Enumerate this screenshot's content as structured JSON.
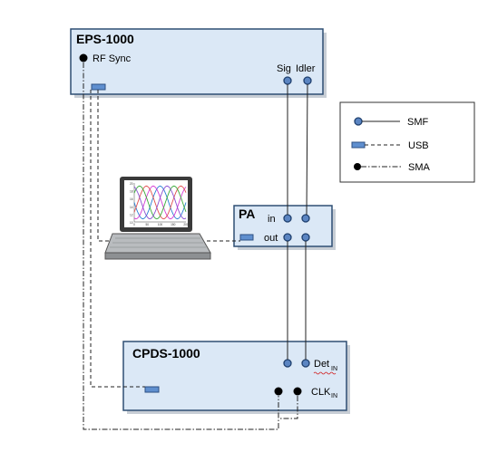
{
  "eps": {
    "title": "EPS-1000",
    "rf_sync": "RF Sync",
    "sig": "Sig",
    "idler": "Idler"
  },
  "pa": {
    "title": "PA",
    "in": "in",
    "out": "out"
  },
  "cpds": {
    "title": "CPDS-1000",
    "det": "Det",
    "det_sub": "IN",
    "clk": "CLK",
    "clk_sub": "IN"
  },
  "legend": {
    "smf": "SMF",
    "usb": "USB",
    "sma": "SMA"
  },
  "laptop_plot": {
    "y_ticks": [
      "20",
      "18",
      "16",
      "14",
      "12",
      "10"
    ],
    "x_ticks": [
      "0",
      "50",
      "100",
      "150",
      "200"
    ],
    "series_colors": [
      "#2a7fd4",
      "#d43ad4",
      "#e05050",
      "#3aaa3a",
      "#8a4fd0"
    ]
  }
}
